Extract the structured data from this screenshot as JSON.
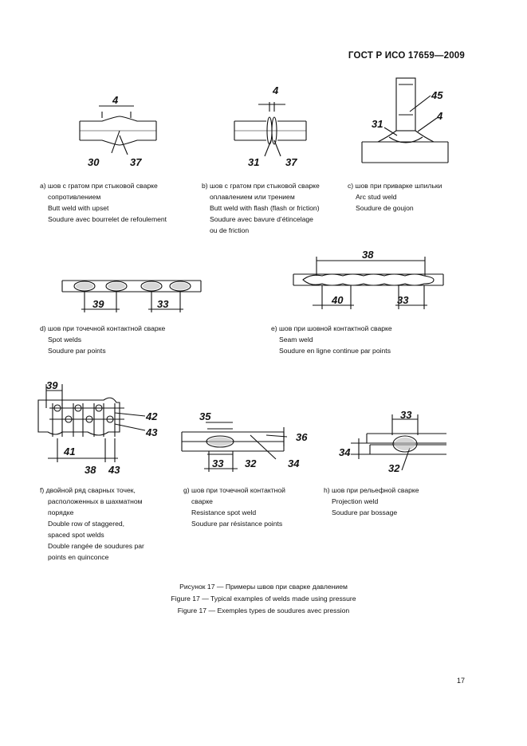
{
  "header": {
    "standard": "ГОСТ Р ИСО 17659—2009"
  },
  "callouts": {
    "a": [
      "4",
      "30",
      "37"
    ],
    "b": [
      "4",
      "31",
      "37"
    ],
    "c": [
      "45",
      "31",
      "4"
    ],
    "d": [
      "39",
      "33"
    ],
    "e": [
      "38",
      "40",
      "33"
    ],
    "f": [
      "39",
      "42",
      "43",
      "41",
      "38",
      "43"
    ],
    "g": [
      "35",
      "36",
      "33",
      "32",
      "34"
    ],
    "h": [
      "33",
      "34",
      "32"
    ]
  },
  "captions": {
    "a": {
      "ru_1": "a) шов с гратом при стыковой сварке",
      "ru_2": "сопротивлением",
      "en": "Butt weld with upset",
      "fr": "Soudure avec bourrelet de refoulement"
    },
    "b": {
      "ru_1": "b) шов с гратом при стыковой сварке",
      "ru_2": "оплавлением или трением",
      "en": "Butt weld with flash (flash or friction)",
      "fr_1": "Soudure avec bavure d’étincelage",
      "fr_2": "ou de friction"
    },
    "c": {
      "ru": "c) шов при приварке шпильки",
      "en": "Arc stud weld",
      "fr": "Soudure de goujon"
    },
    "d": {
      "ru": "d) шов при точечной контактной сварке",
      "en": "Spot welds",
      "fr": "Soudure par points"
    },
    "e": {
      "ru": "e) шов при шовной контактной сварке",
      "en": "Seam weld",
      "fr": "Soudure en ligne continue par points"
    },
    "f": {
      "ru_1": "f) двойной ряд сварных точек,",
      "ru_2": "расположенных в шахматном",
      "ru_3": "порядке",
      "en_1": "Double row of staggered,",
      "en_2": "spaced spot welds",
      "fr_1": "Double rangée de soudures par",
      "fr_2": "points en quinconce"
    },
    "g": {
      "ru_1": "g) шов при точечной контактной",
      "ru_2": "сварке",
      "en": "Resistance spot weld",
      "fr": "Soudure par résistance points"
    },
    "h": {
      "ru": "h) шов при рельефной сварке",
      "en": "Projection weld",
      "fr": "Soudure par bossage"
    }
  },
  "figure_caption": {
    "ru": "Рисунок 17 — Примеры швов при сварке давлением",
    "en": "Figure 17 — Typical examples of welds made using pressure",
    "fr": "Figure 17 — Exemples types de soudures avec pression"
  },
  "page_number": "17"
}
